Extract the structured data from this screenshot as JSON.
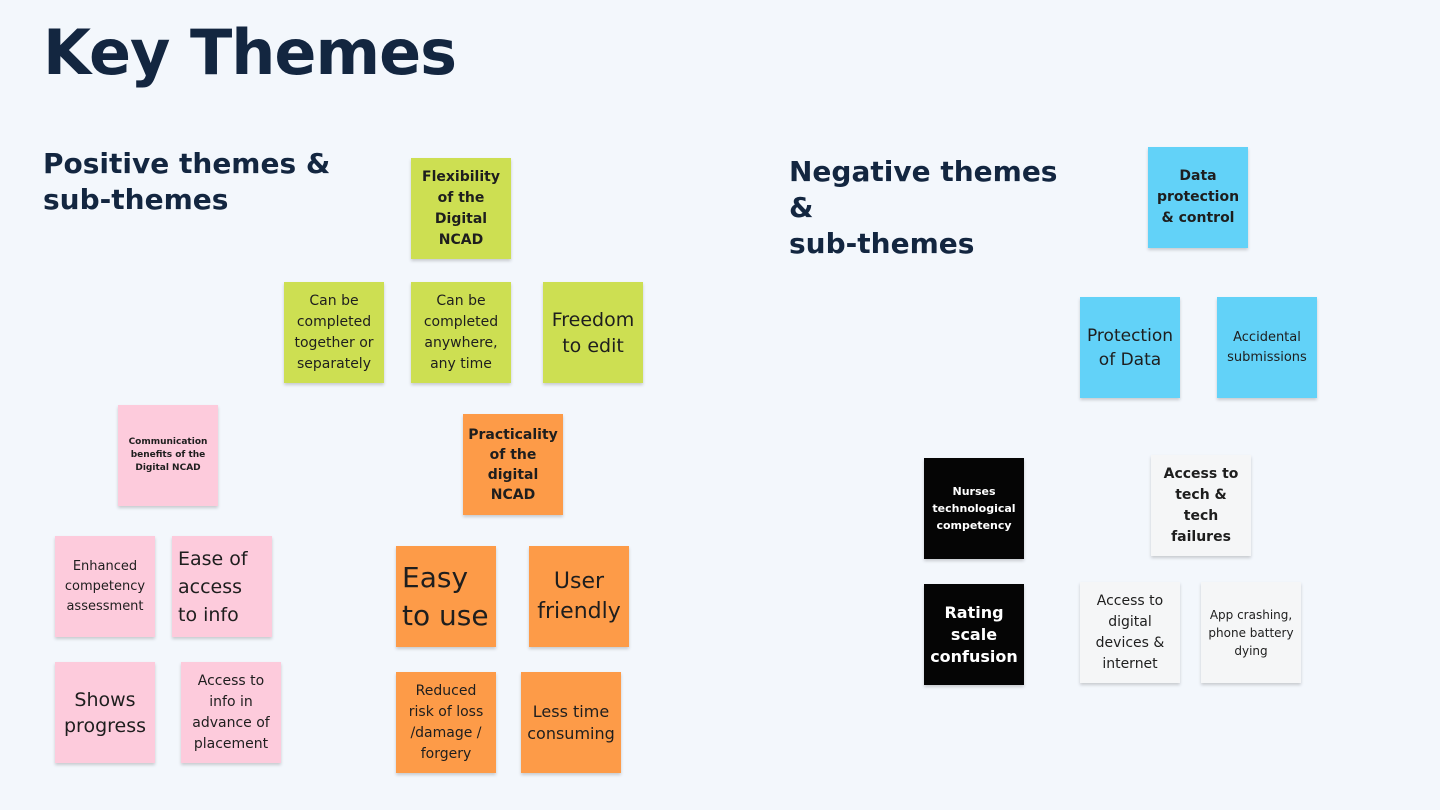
{
  "title": "Key Themes",
  "positive": {
    "heading_line1": "Positive themes &",
    "heading_line2": "sub-themes",
    "flexibility": {
      "theme": "Flexibility of the Digital NCAD",
      "subs": [
        "Can be completed together or separately",
        "Can be completed anywhere, any time",
        "Freedom to edit"
      ]
    },
    "practicality": {
      "theme": "Practicality of the digital NCAD",
      "subs": [
        "Easy to use",
        "User friendly",
        "Reduced risk of loss /damage / forgery",
        "Less time consuming"
      ]
    },
    "communication": {
      "theme": "Communication benefits of the Digital NCAD",
      "subs": [
        "Enhanced competency assessment",
        "Ease of access to info",
        "Shows progress",
        "Access to info in advance of placement"
      ]
    }
  },
  "negative": {
    "heading_line1": "Negative themes &",
    "heading_line2": "sub-themes",
    "data_protection": {
      "theme": "Data protection & control",
      "subs": [
        "Protection of Data",
        "Accidental submissions"
      ]
    },
    "nurses": {
      "theme": "Nurses technological competency",
      "subs": [
        "Rating scale confusion"
      ]
    },
    "access": {
      "theme": "Access to tech & tech failures",
      "subs": [
        "Access to digital devices & internet",
        "App crashing, phone battery dying"
      ]
    }
  },
  "colors": {
    "green": "#cddf52",
    "orange": "#fd9b48",
    "pink": "#fdcbdc",
    "blue": "#62d2f8",
    "black": "#050505",
    "white": "#f5f6f7"
  }
}
